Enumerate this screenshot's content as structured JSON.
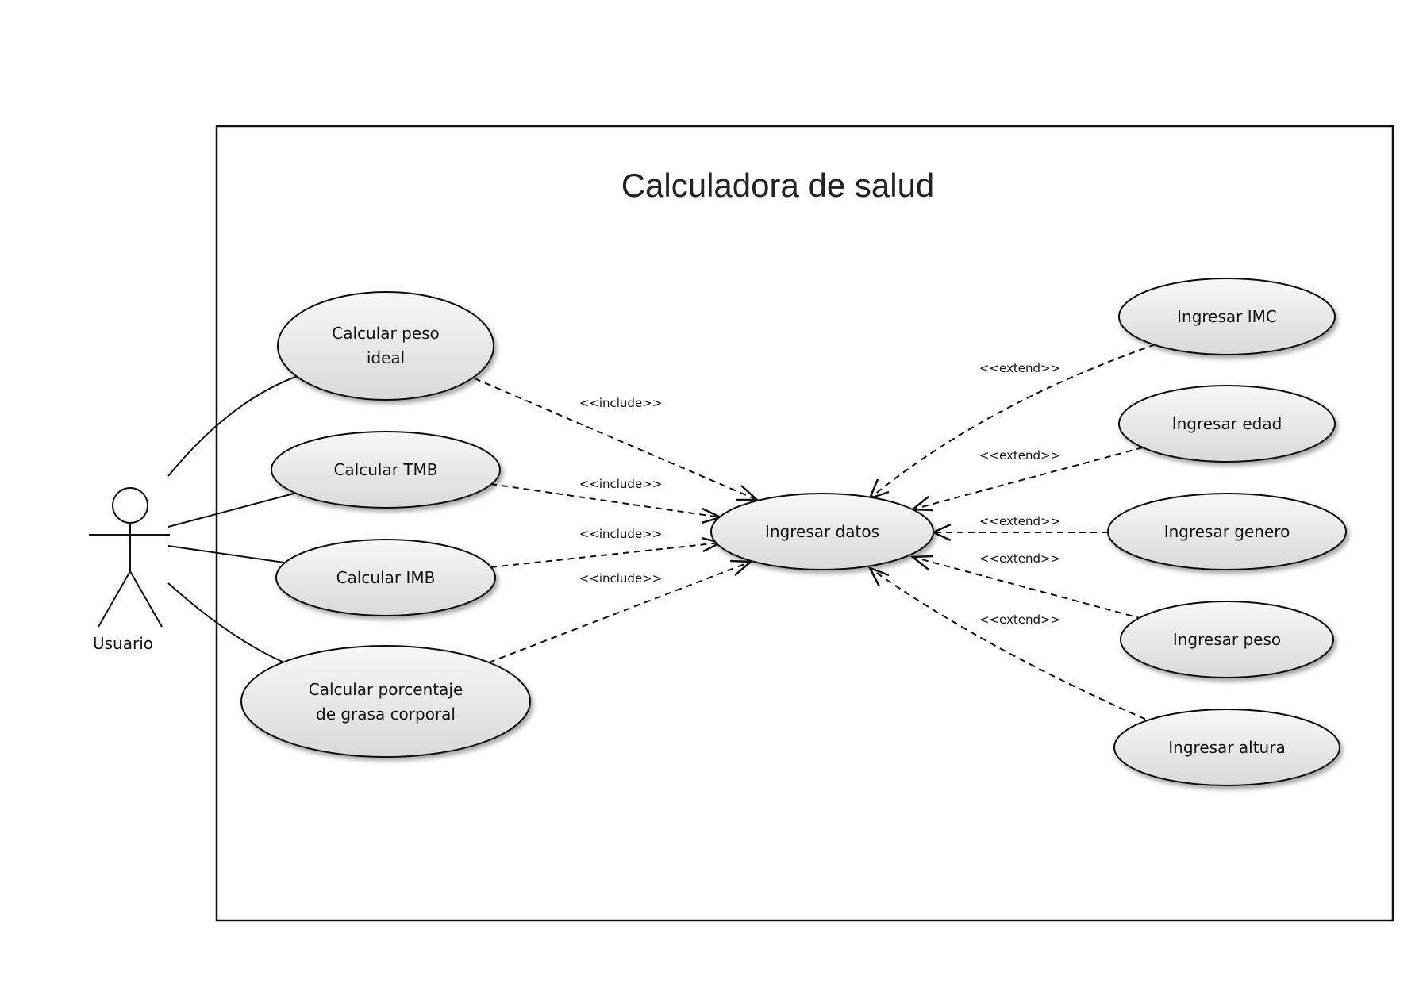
{
  "system": {
    "title": "Calculadora de salud"
  },
  "actor": {
    "label": "Usuario"
  },
  "use_cases": [
    {
      "id": "uc-peso-ideal",
      "lines": [
        "Calcular peso",
        "ideal"
      ]
    },
    {
      "id": "uc-tmb",
      "lines": [
        "Calcular TMB"
      ]
    },
    {
      "id": "uc-imb",
      "lines": [
        "Calcular IMB"
      ]
    },
    {
      "id": "uc-grasa",
      "lines": [
        "Calcular porcentaje",
        "de grasa corporal"
      ]
    },
    {
      "id": "uc-ingresar-datos",
      "lines": [
        "Ingresar datos"
      ]
    },
    {
      "id": "uc-imc",
      "lines": [
        "Ingresar IMC"
      ]
    },
    {
      "id": "uc-edad",
      "lines": [
        "Ingresar edad"
      ]
    },
    {
      "id": "uc-genero",
      "lines": [
        "Ingresar genero"
      ]
    },
    {
      "id": "uc-peso",
      "lines": [
        "Ingresar peso"
      ]
    },
    {
      "id": "uc-altura",
      "lines": [
        "Ingresar altura"
      ]
    }
  ],
  "relations": [
    {
      "from": "uc-peso-ideal",
      "to": "uc-ingresar-datos",
      "label": "<<include>>"
    },
    {
      "from": "uc-tmb",
      "to": "uc-ingresar-datos",
      "label": "<<include>>"
    },
    {
      "from": "uc-imb",
      "to": "uc-ingresar-datos",
      "label": "<<include>>"
    },
    {
      "from": "uc-grasa",
      "to": "uc-ingresar-datos",
      "label": "<<include>>"
    },
    {
      "from": "uc-imc",
      "to": "uc-ingresar-datos",
      "label": "<<extend>>"
    },
    {
      "from": "uc-edad",
      "to": "uc-ingresar-datos",
      "label": "<<extend>>"
    },
    {
      "from": "uc-genero",
      "to": "uc-ingresar-datos",
      "label": "<<extend>>"
    },
    {
      "from": "uc-peso",
      "to": "uc-ingresar-datos",
      "label": "<<extend>>"
    },
    {
      "from": "uc-altura",
      "to": "uc-ingresar-datos",
      "label": "<<extend>>"
    }
  ],
  "colors": {
    "stroke": "#111111",
    "ellipse_fill_top": "#f7f7f7",
    "ellipse_fill_bottom": "#d9d9d9"
  }
}
